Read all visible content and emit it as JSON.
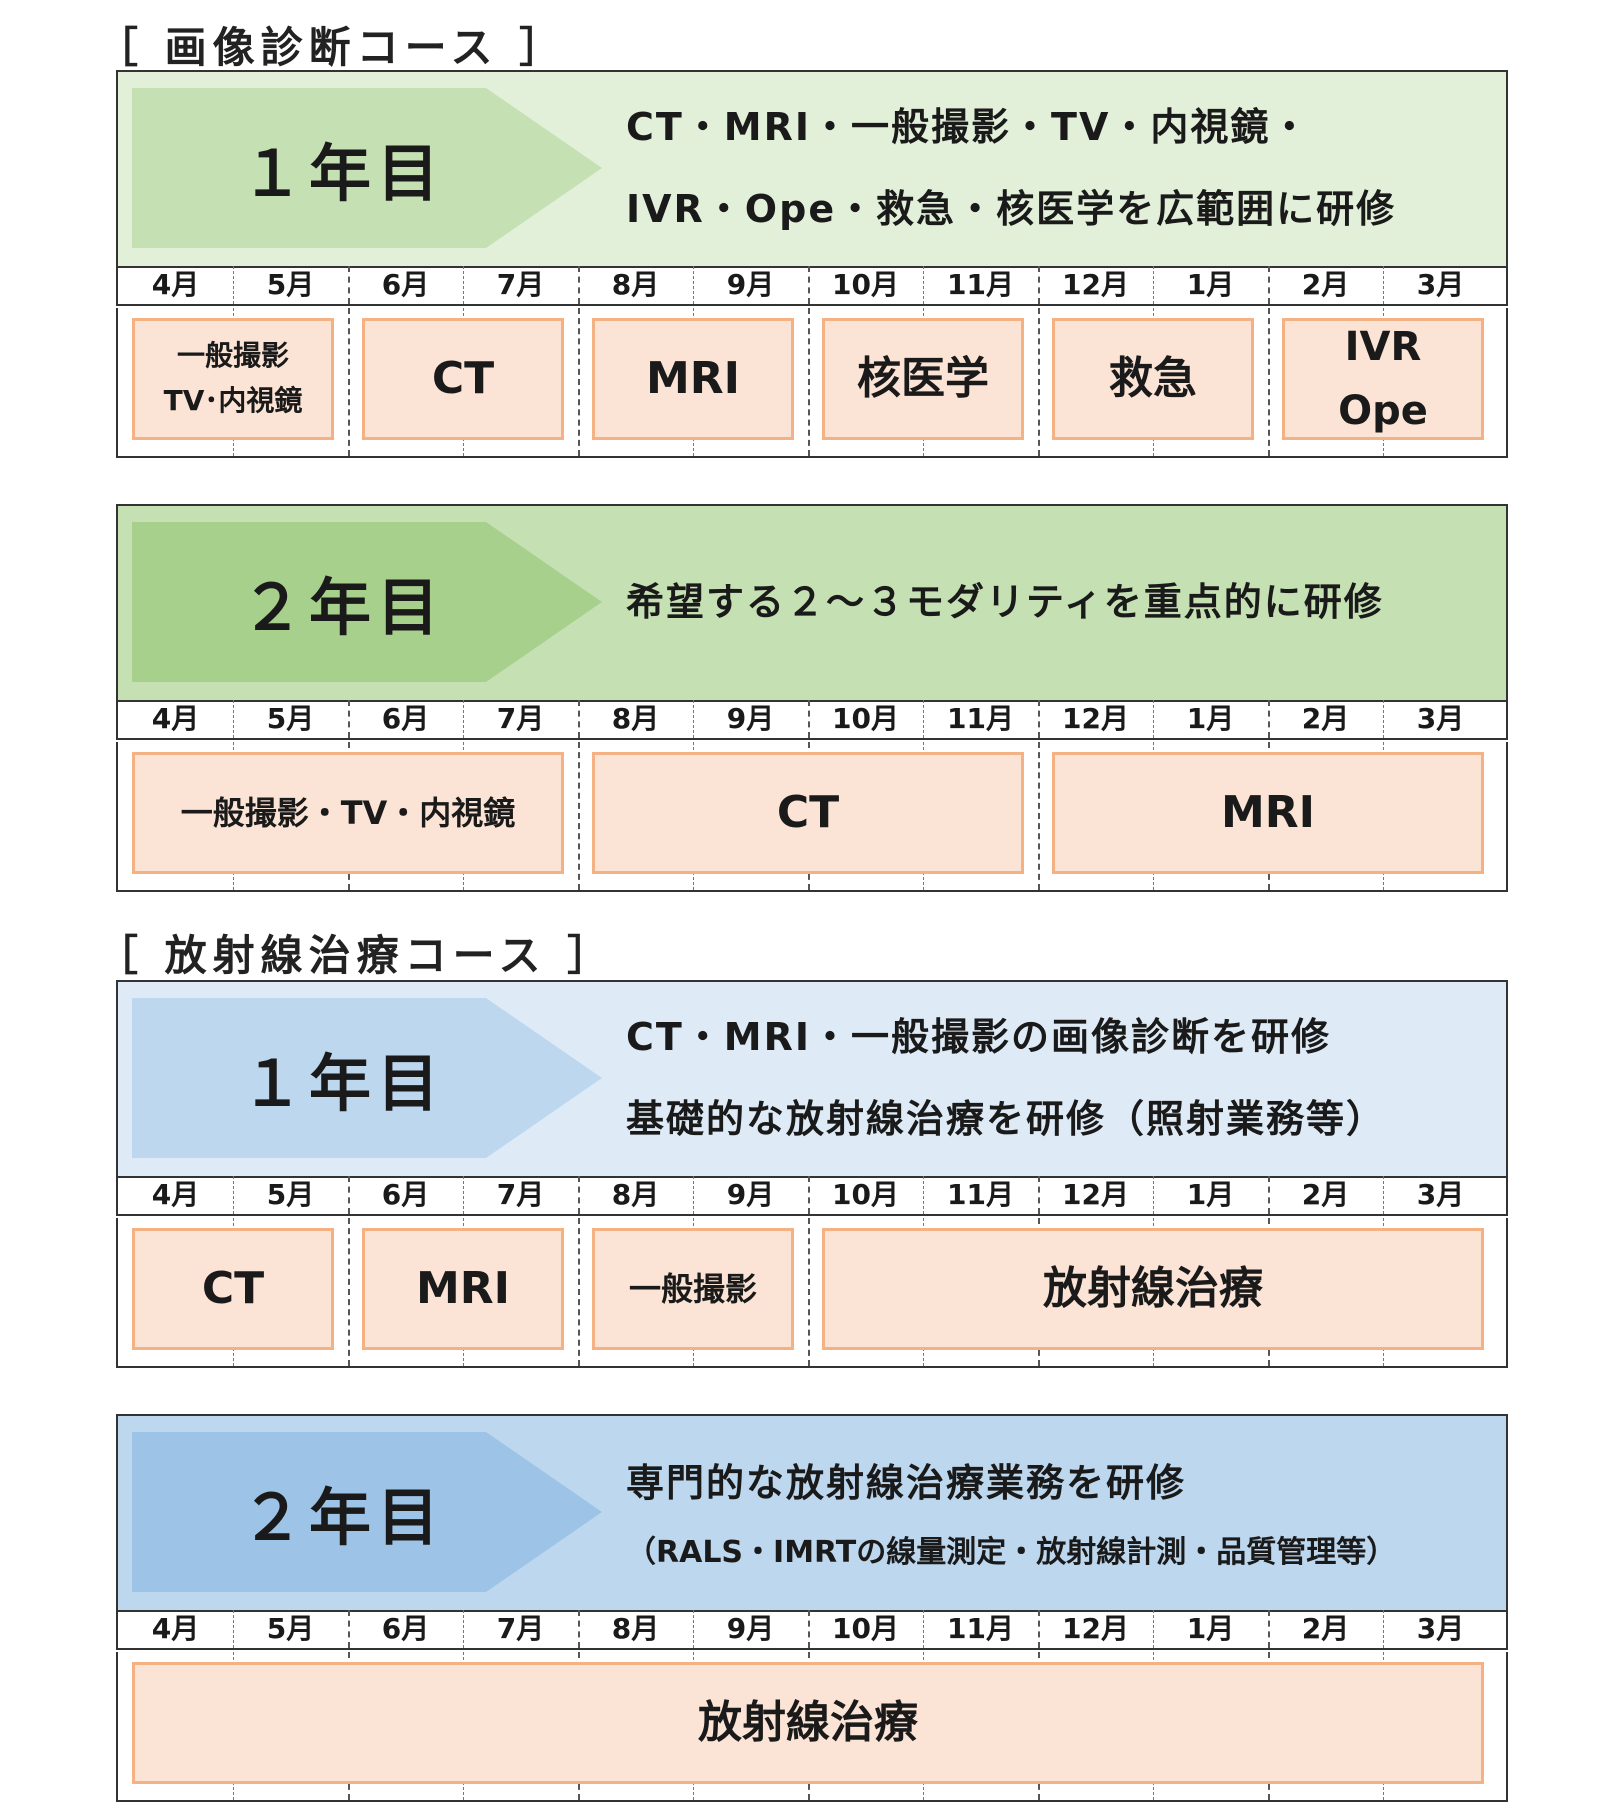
{
  "courses": [
    {
      "title": "［ 画像診断コース ］",
      "years": [
        {
          "year_label": "１年目",
          "desc": [
            "CT・MRI・一般撮影・TV・内視鏡・",
            "IVR・Ope・救急・核医学を広範囲に研修"
          ],
          "header_bg": "#e2efd9",
          "arrow_color": "#c5e0b3",
          "rotations": [
            {
              "lines": [
                "一般撮影",
                "TV･内視鏡"
              ],
              "months": 2
            },
            {
              "lines": [
                "CT"
              ],
              "months": 2
            },
            {
              "lines": [
                "MRI"
              ],
              "months": 2
            },
            {
              "lines": [
                "核医学"
              ],
              "months": 2
            },
            {
              "lines": [
                "救急"
              ],
              "months": 2
            },
            {
              "lines": [
                "IVR",
                "Ope"
              ],
              "months": 2
            }
          ]
        },
        {
          "year_label": "２年目",
          "desc": [
            "希望する２～３モダリティを重点的に研修"
          ],
          "header_bg": "#c5e0b3",
          "arrow_color": "#a8d08d",
          "rotations": [
            {
              "lines": [
                "一般撮影・TV・内視鏡"
              ],
              "months": 4
            },
            {
              "lines": [
                "CT"
              ],
              "months": 4
            },
            {
              "lines": [
                "MRI"
              ],
              "months": 4
            }
          ]
        }
      ]
    },
    {
      "title": "［ 放射線治療コース ］",
      "years": [
        {
          "year_label": "１年目",
          "desc": [
            "CT・MRI・一般撮影の画像診断を研修",
            "基礎的な放射線治療を研修（照射業務等）"
          ],
          "header_bg": "#deebf7",
          "arrow_color": "#bdd7ee",
          "rotations": [
            {
              "lines": [
                "CT"
              ],
              "months": 2
            },
            {
              "lines": [
                "MRI"
              ],
              "months": 2
            },
            {
              "lines": [
                "一般撮影"
              ],
              "months": 2
            },
            {
              "lines": [
                "放射線治療"
              ],
              "months": 6
            }
          ]
        },
        {
          "year_label": "２年目",
          "desc": [
            "専門的な放射線治療業務を研修",
            "（RALS・IMRTの線量測定・放射線計測・品質管理等）"
          ],
          "header_bg": "#bdd7ee",
          "arrow_color": "#9dc3e6",
          "rotations": [
            {
              "lines": [
                "放射線治療"
              ],
              "months": 12
            }
          ]
        }
      ]
    }
  ],
  "months": [
    "4月",
    "5月",
    "6月",
    "7月",
    "8月",
    "9月",
    "10月",
    "11月",
    "12月",
    "1月",
    "2月",
    "3月"
  ]
}
